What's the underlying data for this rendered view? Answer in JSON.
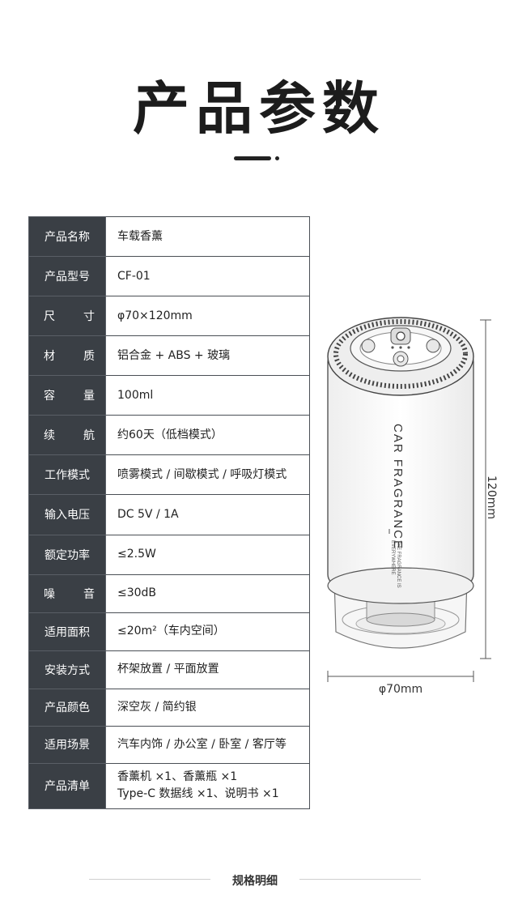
{
  "page_title": "产品参数",
  "specs": [
    {
      "label": "产品名称",
      "value": "车载香薰"
    },
    {
      "label": "产品型号",
      "value": "CF-01"
    },
    {
      "label": "尺寸",
      "label_chars": [
        "尺",
        "寸"
      ],
      "value": "φ70×120mm"
    },
    {
      "label": "材质",
      "label_chars": [
        "材",
        "质"
      ],
      "value": "铝合金 + ABS + 玻璃"
    },
    {
      "label": "容量",
      "label_chars": [
        "容",
        "量"
      ],
      "value": "100ml"
    },
    {
      "label": "续航",
      "label_chars": [
        "续",
        "航"
      ],
      "value": "约60天（低档模式）"
    },
    {
      "label": "工作模式",
      "value": "喷雾模式 / 间歇模式 / 呼吸灯模式"
    },
    {
      "label": "输入电压",
      "value": "DC 5V / 1A"
    },
    {
      "label": "额定功率",
      "value": "≤2.5W"
    },
    {
      "label": "噪音",
      "label_chars": [
        "噪",
        "音"
      ],
      "value": "≤30dB"
    },
    {
      "label": "适用面积",
      "value": "≤20m²（车内空间）"
    },
    {
      "label": "安装方式",
      "value": "杯架放置 / 平面放置"
    },
    {
      "label": "产品颜色",
      "value": "深空灰 / 简约银"
    },
    {
      "label": "适用场景",
      "value": "汽车内饰 / 办公室 / 卧室 / 客厅等"
    },
    {
      "label": "产品清单",
      "value_lines": [
        "香薰机 ×1、香薰瓶 ×1",
        "Type-C 数据线 ×1、说明书 ×1"
      ]
    }
  ],
  "product": {
    "brand_text": "CAR FRAGRANCE",
    "tagline_lines": [
      "THE FRAGRANCE IS",
      "EVERYWHERE"
    ],
    "height_label": "120mm",
    "diameter_label": "φ70mm"
  },
  "footer": {
    "text": "规格明细"
  }
}
